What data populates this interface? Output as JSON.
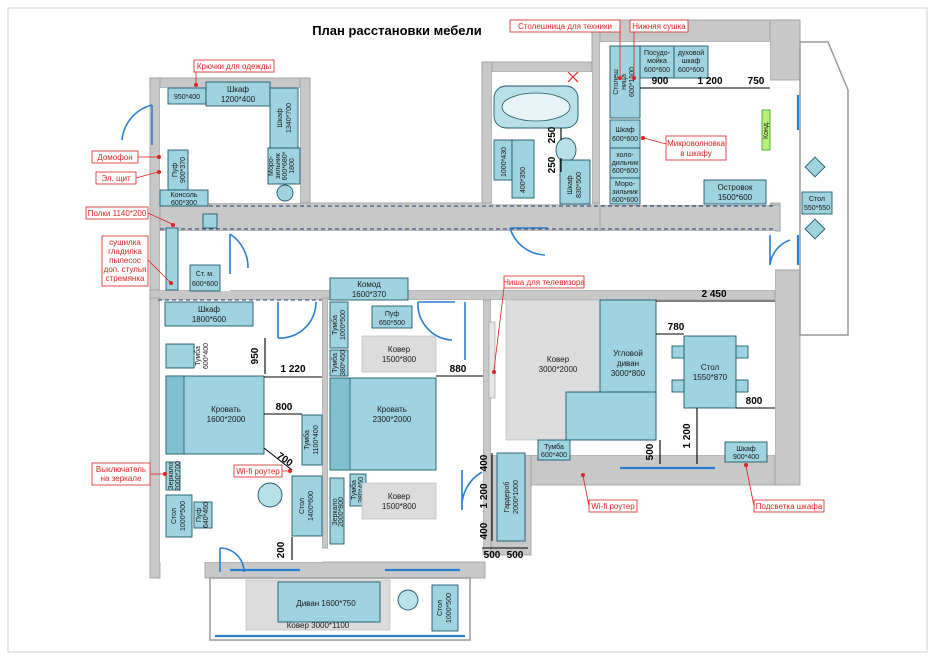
{
  "title": "План расстановки мебели",
  "callouts": {
    "hooks": "Крючки для одежды",
    "intercom": "Домофон",
    "panel": "Эл. щит",
    "shelves": "Полки 1140*200",
    "storage": [
      "сушилка",
      "гладилка",
      "пылесос",
      "доп. стулья",
      "стремянка"
    ],
    "mirror_switch": [
      "Выключатель",
      "на зеркале"
    ],
    "wifi1": "Wi-fi роутер",
    "wifi2": "Wi-fi роутер",
    "tv_niche": "Ниша для телевизора",
    "appliance_counter": "Столешница для техники",
    "dryer": "Нижняя сушка",
    "microwave": [
      "Микроволновка",
      "в шкафу"
    ],
    "closet_light": "Подсветка шкафа"
  },
  "furniture": {
    "hall_950": "950*400",
    "hall_wardrobe": [
      "Шкаф",
      "1200*400"
    ],
    "hall_wardrobe2": [
      "Шкаф",
      "1340*700"
    ],
    "hall_fridge": [
      "Моро-",
      "зильник",
      "600*680*",
      "1800"
    ],
    "pouf_hall": [
      "Пуф",
      "900*370"
    ],
    "console": [
      "Консоль",
      "600*300"
    ],
    "washer": [
      "Ст. м.",
      "600*600"
    ],
    "bath_cab": "1000*430",
    "bath_cab2": "400*350",
    "bath_wardrobe": [
      "Шкаф",
      "830*500"
    ],
    "dishwasher": [
      "Посудо-",
      "мойка",
      "600*600"
    ],
    "oven": [
      "духовой",
      "шкаф",
      "600*600"
    ],
    "counter": [
      "Столеш",
      "ница",
      "600*1500"
    ],
    "kitchen_wardrobe": [
      "Шкаф",
      "600*600"
    ],
    "fridge": [
      "холо-",
      "дильник",
      "600*600"
    ],
    "freezer": [
      "Моро-",
      "зильник",
      "600*600"
    ],
    "island": [
      "Островок",
      "1500*600"
    ],
    "cond": "Конд.",
    "balcony_table": [
      "Стол",
      "550*550"
    ],
    "wardrobe_1800": [
      "Шкаф",
      "1800*600"
    ],
    "nightstand1": [
      "Тумба",
      "600*400"
    ],
    "bed1": [
      "Кровать",
      "1600*2000"
    ],
    "tv_stand1": [
      "Тумба",
      "1100*400"
    ],
    "mirror1": [
      "Зеркало",
      "2000*700"
    ],
    "table1": [
      "Стол",
      "1000*500"
    ],
    "pouf1": [
      "Пуф",
      "640*460"
    ],
    "table2": [
      "Стол",
      "1400*600"
    ],
    "dresser": [
      "Комод",
      "1600*370"
    ],
    "tumba_1000": [
      "Тумба",
      "1000*500"
    ],
    "pouf2": [
      "Пуф",
      "650*500"
    ],
    "rug1": [
      "Ковер",
      "1500*800"
    ],
    "tumba_380a": [
      "Тумба",
      "380*450"
    ],
    "bed2": [
      "Кровать",
      "2300*2000"
    ],
    "tumba_380b": [
      "Тумба",
      "380*450"
    ],
    "mirror2": [
      "Зеркало",
      "2000*800"
    ],
    "rug2": [
      "Ковер",
      "1500*800"
    ],
    "walkin": [
      "Гардероб",
      "2000*1000"
    ],
    "rug_living": [
      "Ковер",
      "3000*2000"
    ],
    "sofa": [
      "Угловой",
      "диван",
      "3000*800"
    ],
    "tumba_living": [
      "Тумба",
      "600*400"
    ],
    "dining_table": [
      "Стол",
      "1550*870"
    ],
    "living_wardrobe": [
      "Шкаф",
      "900*400"
    ],
    "divan": "Диван 1600*750",
    "rug_balcony": "Ковер 3000*1100",
    "balcony_table2": [
      "Стол",
      "1000*500"
    ]
  },
  "dimensions": {
    "d950": "950",
    "d1220": "1 220",
    "d800a": "800",
    "d700": "700",
    "d200": "200",
    "d880": "880",
    "d250a": "250",
    "d250b": "250",
    "d900": "900",
    "d1200k": "1 200",
    "d750": "750",
    "d2450": "2 450",
    "d780": "780",
    "d800b": "800",
    "d1200v": "1 200",
    "d500v": "500",
    "d400a": "400",
    "d1200w": "1 200",
    "d400b": "400",
    "d500a": "500",
    "d500b": "500"
  }
}
